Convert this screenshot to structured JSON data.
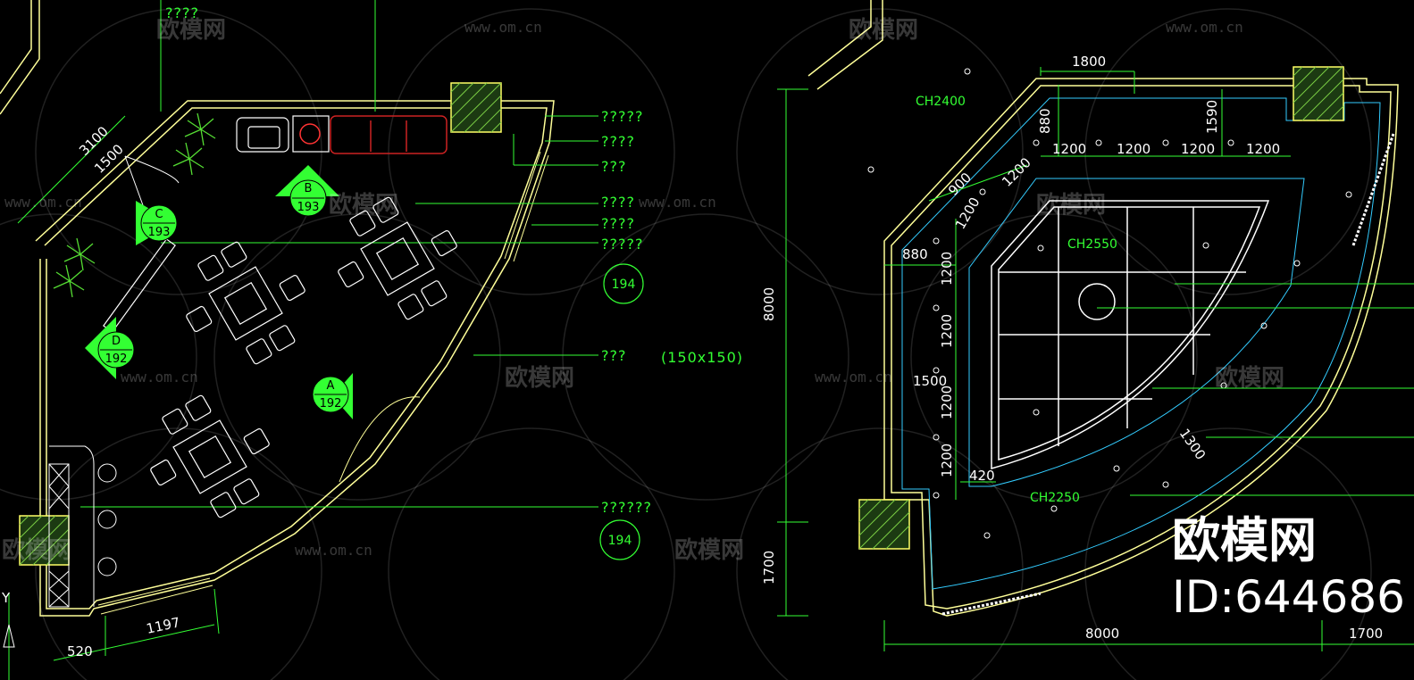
{
  "left_plan": {
    "labels": {
      "top": "????",
      "r1": "?????",
      "r2": "????",
      "r3": "???",
      "r4": "????",
      "r5": "????",
      "r6": "?????",
      "r7": "???",
      "r7_size": "(150x150)",
      "r8": "??????"
    },
    "dims": {
      "d3100": "3100",
      "d1500": "1500",
      "d520": "520",
      "d1197": "1197",
      "d8000": "8000",
      "d1700": "1700"
    },
    "tags": [
      {
        "letter": "B",
        "number": "193"
      },
      {
        "letter": "C",
        "number": "193"
      },
      {
        "letter": "D",
        "number": "192"
      },
      {
        "letter": "A",
        "number": "192"
      }
    ],
    "circles": [
      "194",
      "194"
    ],
    "axis_label": "Y"
  },
  "right_plan": {
    "ceiling_heights": [
      "CH2400",
      "CH2550",
      "CH2250"
    ],
    "dims": {
      "d1800": "1800",
      "d880a": "880",
      "d1590": "1590",
      "d1200a": "1200",
      "d1200b": "1200",
      "d1200c": "1200",
      "d1200d": "1200",
      "d1200e": "1200",
      "d900": "900",
      "d1200f": "1200",
      "d880b": "880",
      "d1200g": "1200",
      "d1200h": "1200",
      "d1500": "1500",
      "d1200i": "1200",
      "d1200j": "1200",
      "d1300": "1300",
      "d420": "420",
      "d8000": "8000",
      "d1700": "1700"
    }
  },
  "watermark": {
    "text": "欧模网",
    "url": "www.om.cn",
    "brand": "欧模网",
    "id": "ID:644686"
  }
}
